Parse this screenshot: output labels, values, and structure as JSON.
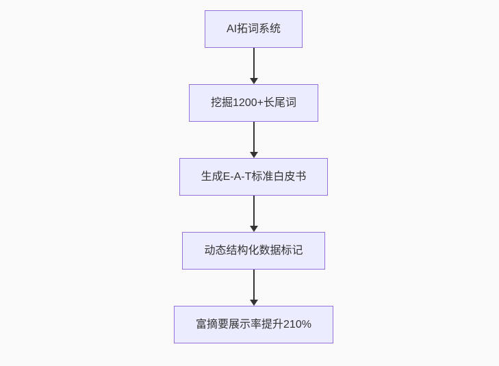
{
  "flowchart": {
    "type": "flowchart-top-down",
    "colors": {
      "bg": "#fafafa",
      "node-fill": "#ECECFF",
      "node-border": "#9370DB",
      "arrow-color": "#333333",
      "text-color": "#333333"
    },
    "nodes": [
      {
        "label": "AI拓词系统"
      },
      {
        "label": "挖掘1200+长尾词"
      },
      {
        "label": "生成E-A-T标准白皮书"
      },
      {
        "label": "动态结构化数据标记"
      },
      {
        "label": "富摘要展示率提升210%"
      }
    ],
    "edges": [
      {
        "from": 0,
        "to": 1
      },
      {
        "from": 1,
        "to": 2
      },
      {
        "from": 2,
        "to": 3
      },
      {
        "from": 3,
        "to": 4
      }
    ]
  }
}
